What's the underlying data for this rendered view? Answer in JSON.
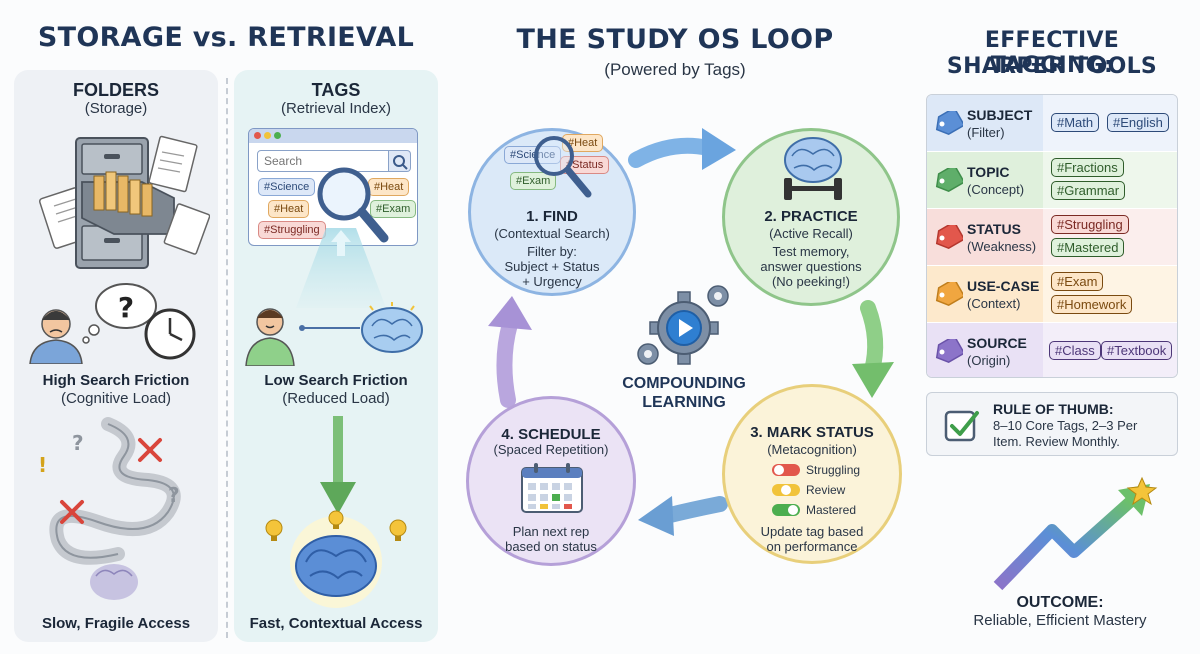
{
  "left": {
    "title": "STORAGE vs. RETRIEVAL",
    "folders": {
      "title": "FOLDERS",
      "subtitle": "(Storage)",
      "friction_title": "High Search Friction",
      "friction_sub": "(Cognitive Load)",
      "access": "Slow, Fragile Access"
    },
    "tags": {
      "title": "TAGS",
      "subtitle": "(Retrieval Index)",
      "search_placeholder": "Search",
      "chips": [
        "#Science",
        "#Heat",
        "#Heat",
        "#Exam",
        "#Struggling"
      ],
      "friction_title": "Low Search Friction",
      "friction_sub": "(Reduced Load)",
      "access": "Fast, Contextual Access"
    }
  },
  "loop": {
    "title": "THE STUDY OS LOOP",
    "subtitle": "(Powered by Tags)",
    "center_line1": "COMPOUNDING",
    "center_line2": "LEARNING",
    "find": {
      "title": "1. FIND",
      "subtitle": "(Contextual Search)",
      "body1": "Filter by:",
      "body2": "Subject + Status",
      "body3": "+ Urgency",
      "chips": [
        "#Science",
        "#Heat",
        "#Status",
        "#Exam"
      ]
    },
    "practice": {
      "title": "2. PRACTICE",
      "subtitle": "(Active Recall)",
      "body1": "Test memory,",
      "body2": "answer questions",
      "body3": "(No peeking!)"
    },
    "mark": {
      "title": "3. MARK STATUS",
      "subtitle": "(Metacognition)",
      "statuses": [
        "Struggling",
        "Review",
        "Mastered"
      ],
      "body1": "Update tag based",
      "body2": "on performance"
    },
    "schedule": {
      "title": "4. SCHEDULE",
      "subtitle": "(Spaced Repetition)",
      "body1": "Plan next rep",
      "body2": "based on status"
    }
  },
  "right": {
    "title_line1": "EFFECTIVE TAGGING:",
    "title_line2": "SHARPER TOOLS",
    "rows": [
      {
        "name": "SUBJECT",
        "desc": "(Filter)",
        "tags": [
          "#Math",
          "#English"
        ],
        "color": "#5b8fd6"
      },
      {
        "name": "TOPIC",
        "desc": "(Concept)",
        "tags": [
          "#Fractions",
          "#Grammar"
        ],
        "color": "#5fae6a"
      },
      {
        "name": "STATUS",
        "desc": "(Weakness)",
        "tags": [
          "#Struggling",
          "#Mastered"
        ],
        "color": "#e2574c"
      },
      {
        "name": "USE-CASE",
        "desc": "(Context)",
        "tags": [
          "#Exam",
          "#Homework"
        ],
        "color": "#f0a640"
      },
      {
        "name": "SOURCE",
        "desc": "(Origin)",
        "tags": [
          "#Class",
          "#Textbook"
        ],
        "color": "#8c74c9"
      }
    ],
    "rule_title": "RULE OF THUMB:",
    "rule_line1": "8–10 Core Tags, 2–3 Per",
    "rule_line2": "Item. Review Monthly.",
    "outcome_title": "OUTCOME:",
    "outcome_text": "Reliable, Efficient Mastery"
  },
  "colors": {
    "title_navy": "#1f3557",
    "find_blue": "#8db4e2",
    "practice_green": "#8fc58a",
    "mark_yellow": "#e8cf7b",
    "schedule_purple": "#b5a0d8"
  }
}
